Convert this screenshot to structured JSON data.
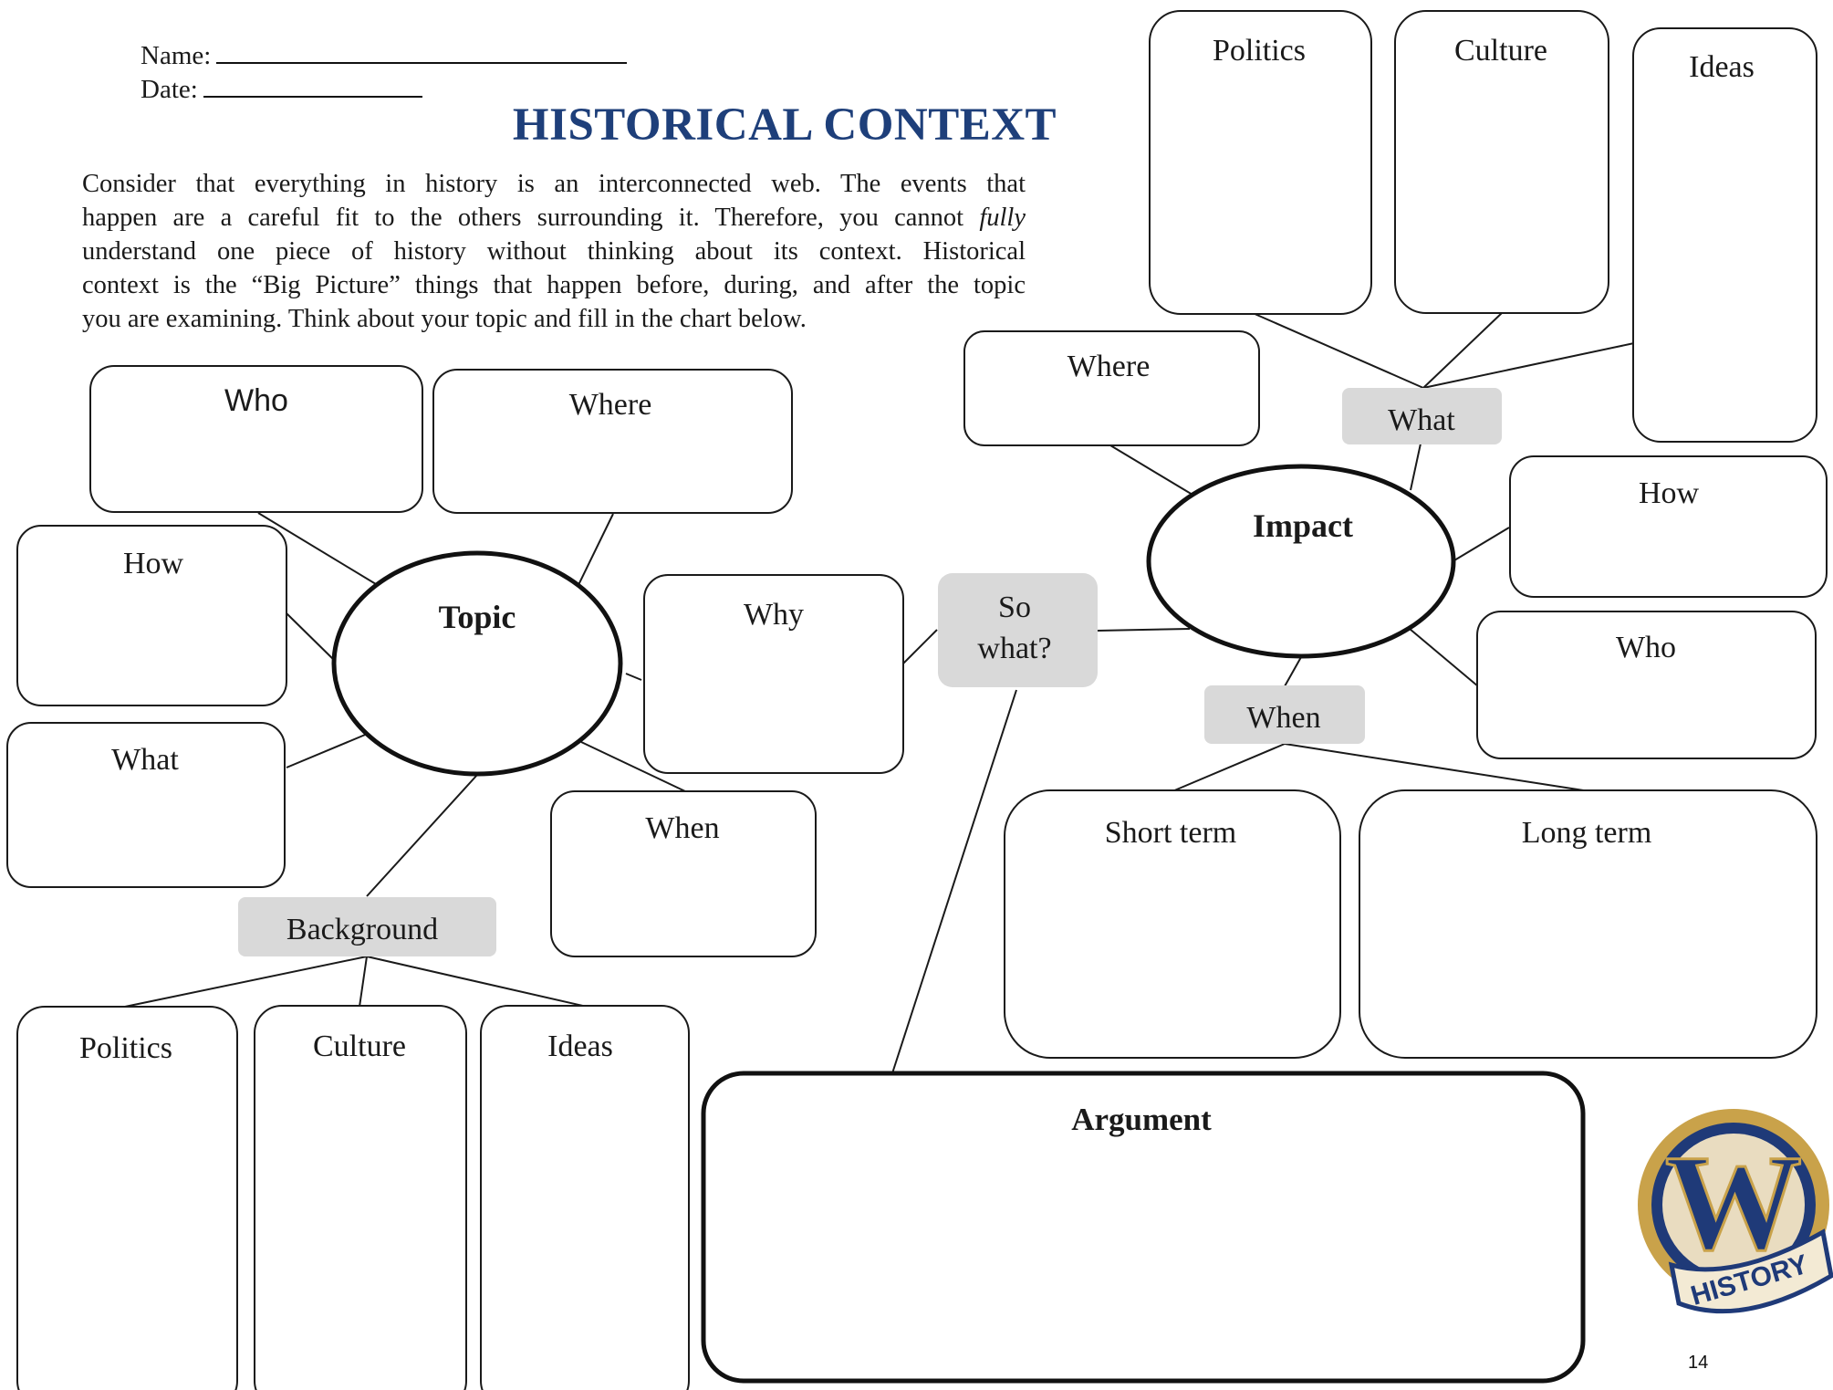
{
  "header": {
    "name_label": "Name:",
    "date_label": "Date:",
    "title": "HISTORICAL CONTEXT",
    "intro_lines": [
      "Consider that everything in history is an interconnected web. The events that",
      "happen are a careful fit to the others surrounding it. Therefore, you cannot ",
      "understand one piece of history without thinking about its context. Historical",
      "context is the “Big Picture” things that happen before, during, and after the topic",
      "you are examining. Think about your topic and fill in the chart below."
    ],
    "intro_emphasis": "fully"
  },
  "topic_web": {
    "center": "Topic",
    "who": "Who",
    "where": "Where",
    "how": "How",
    "what": "What",
    "why": "Why",
    "when": "When",
    "background": "Background",
    "background_items": [
      "Politics",
      "Culture",
      "Ideas"
    ]
  },
  "connector": "So\nwhat?",
  "connector_lines": [
    "So",
    "what?"
  ],
  "impact_web": {
    "center": "Impact",
    "where": "Where",
    "what": "What",
    "what_items": [
      "Politics",
      "Culture",
      "Ideas"
    ],
    "how": "How",
    "who": "Who",
    "when": "When",
    "when_items": [
      "Short term",
      "Long term"
    ]
  },
  "argument": "Argument",
  "logo": {
    "letter": "W",
    "ribbon_text": "HISTORY"
  },
  "page_number": "14",
  "colors": {
    "title_blue": "#1e3f7a",
    "tag_gray": "#d9d9d9",
    "logo_navy": "#1f3a78",
    "logo_gold": "#c9a24a"
  }
}
